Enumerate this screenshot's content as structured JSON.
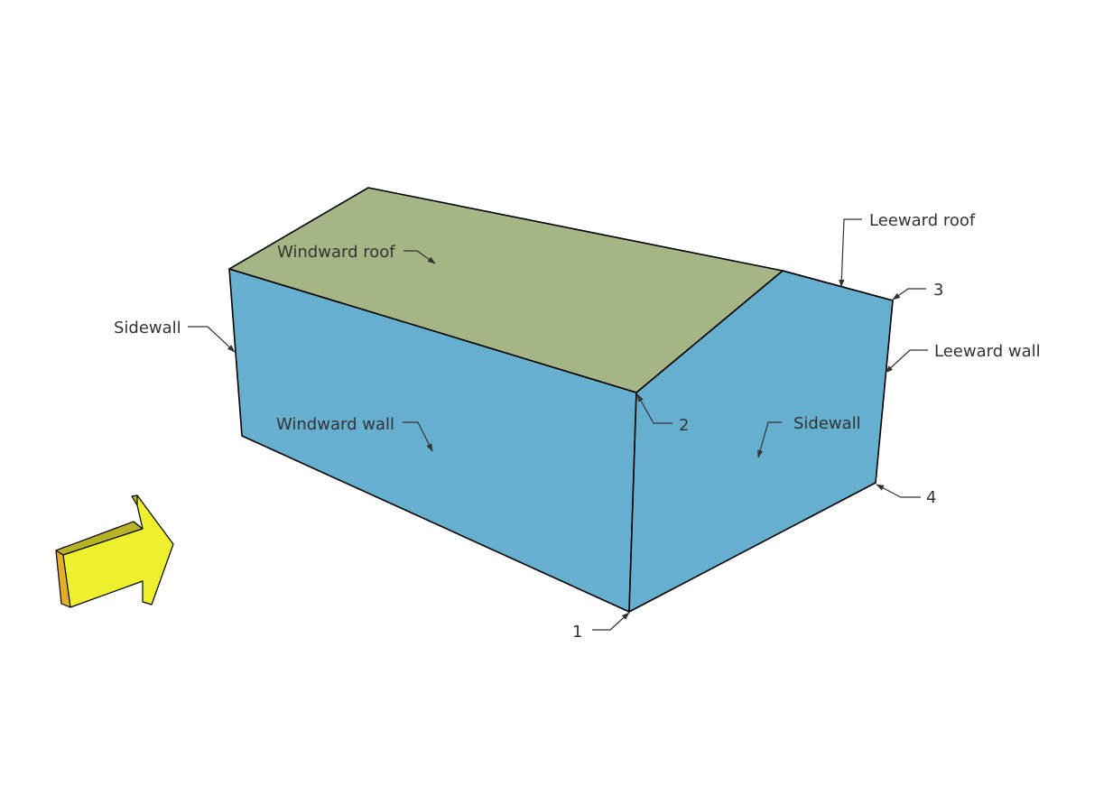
{
  "colors": {
    "wall": "#67AFCF",
    "roof": "#A5B585",
    "arrow_face": "#EEF02E",
    "arrow_side": "#E2AE2C",
    "arrow_top": "#B6B426",
    "text": "#333333"
  },
  "icons": {
    "wind_direction": "wind-direction-arrow-icon"
  },
  "labels": {
    "windward_roof": "Windward roof",
    "leeward_roof": "Leeward roof",
    "sidewall_left": "Sidewall",
    "sidewall_right": "Sidewall",
    "windward_wall": "Windward wall",
    "leeward_wall": "Leeward wall",
    "corner_1": "1",
    "corner_2": "2",
    "corner_3": "3",
    "corner_4": "4"
  }
}
